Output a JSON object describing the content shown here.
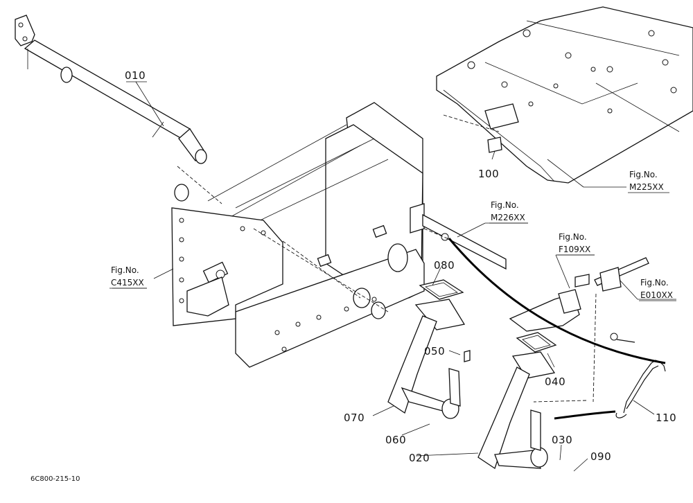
{
  "part_labels": [
    "010",
    "100",
    "080",
    "050",
    "040",
    "070",
    "060",
    "020",
    "030",
    "090",
    "110"
  ],
  "figure_refs": [
    {
      "prefix": "Fig.No.",
      "code": "M225XX"
    },
    {
      "prefix": "Fig.No.",
      "code": "M226XX"
    },
    {
      "prefix": "Fig.No.",
      "code": "F109XX"
    },
    {
      "prefix": "Fig.No.",
      "code": "E010XX"
    },
    {
      "prefix": "Fig.No.",
      "code": "C415XX"
    }
  ],
  "drawing_code": "6C800-215-10"
}
